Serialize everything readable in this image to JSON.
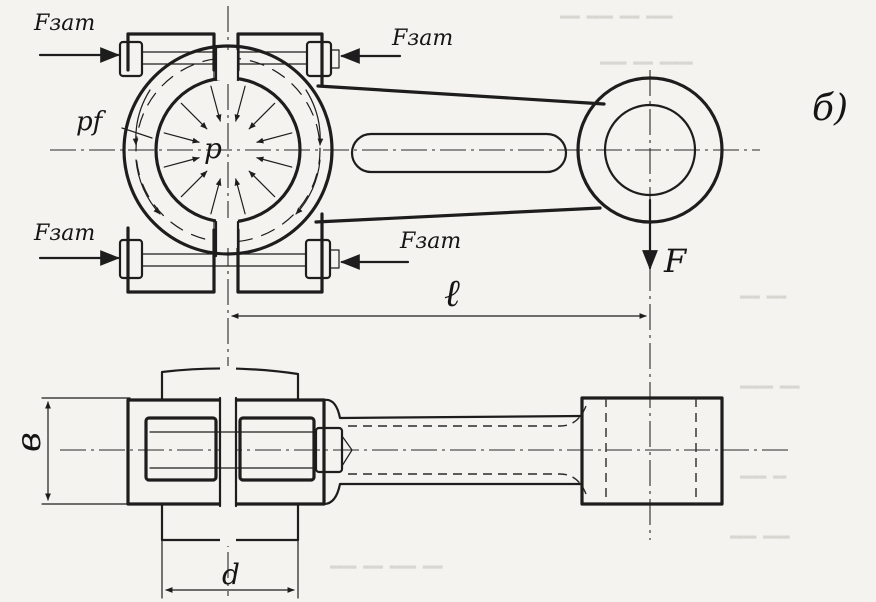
{
  "labels": {
    "force_clamp": "Fзат",
    "pressure_friction": "pf",
    "pressure": "p",
    "view_letter": "б)",
    "force": "F",
    "lever_length": "ℓ",
    "width": "в",
    "diameter": "d"
  }
}
